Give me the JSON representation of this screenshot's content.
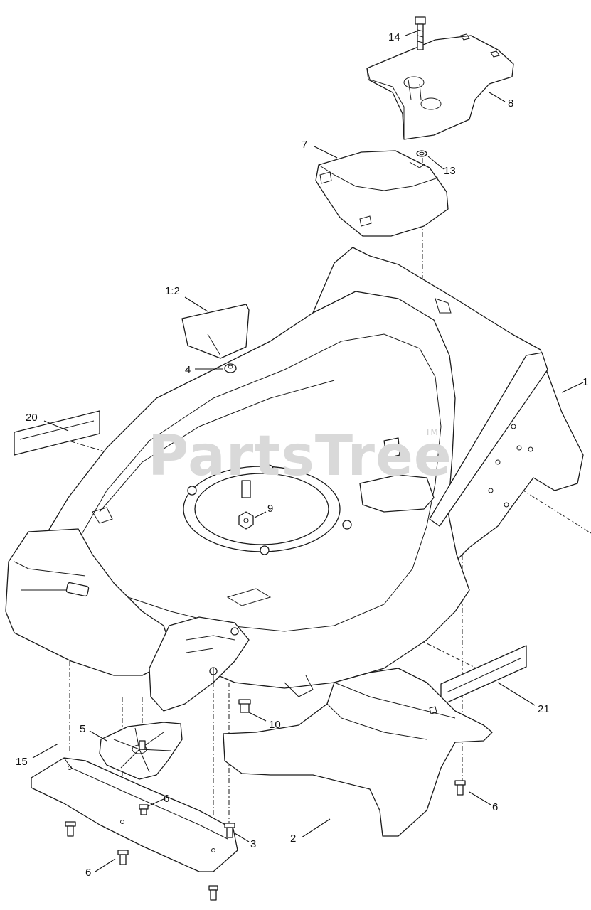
{
  "diagram": {
    "watermark": "PartsTree",
    "trademark": "TM",
    "callouts": [
      {
        "id": "c14",
        "label": "14"
      },
      {
        "id": "c8",
        "label": "8"
      },
      {
        "id": "c7",
        "label": "7"
      },
      {
        "id": "c13",
        "label": "13"
      },
      {
        "id": "c1-2",
        "label": "1:2"
      },
      {
        "id": "c4",
        "label": "4"
      },
      {
        "id": "c1",
        "label": "1"
      },
      {
        "id": "c20",
        "label": "20"
      },
      {
        "id": "c9",
        "label": "9"
      },
      {
        "id": "c10",
        "label": "10"
      },
      {
        "id": "c21",
        "label": "21"
      },
      {
        "id": "c5",
        "label": "5"
      },
      {
        "id": "c6a",
        "label": "6"
      },
      {
        "id": "c6b",
        "label": "6"
      },
      {
        "id": "c6c",
        "label": "6"
      },
      {
        "id": "c15",
        "label": "15"
      },
      {
        "id": "c3",
        "label": "3"
      },
      {
        "id": "c2",
        "label": "2"
      }
    ]
  }
}
